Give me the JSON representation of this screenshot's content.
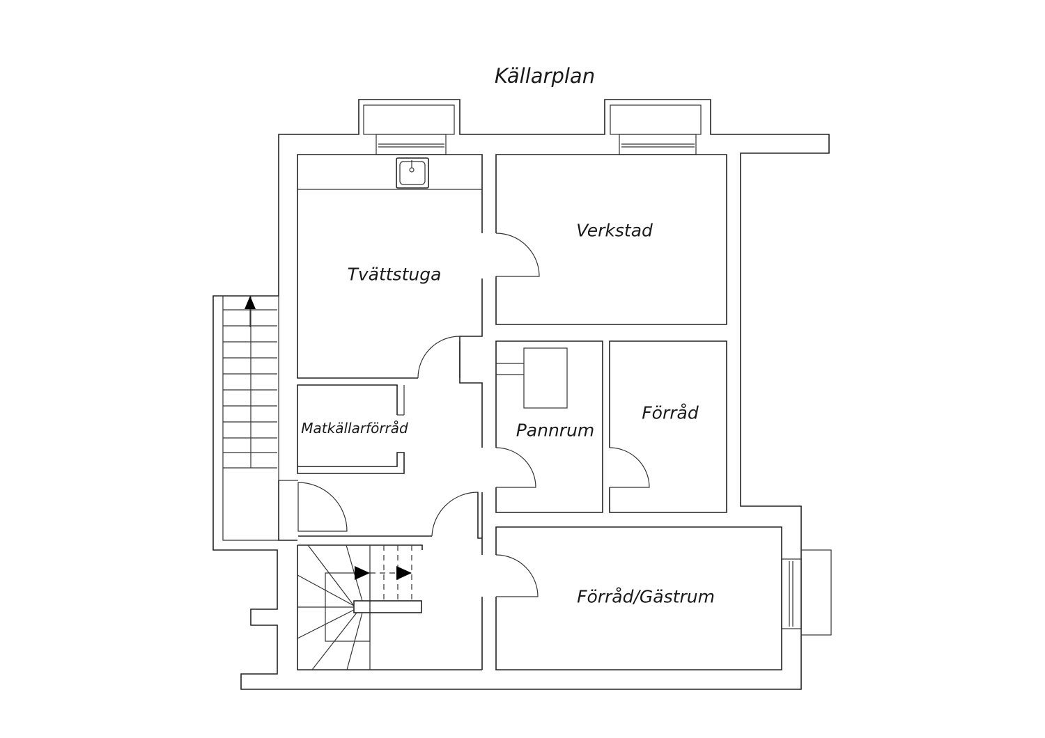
{
  "title": "Källarplan",
  "rooms": {
    "tvattstuga": "Tvättstuga",
    "verkstad": "Verkstad",
    "matkallarforrad": "Matkällarförråd",
    "pannrum": "Pannrum",
    "forrad": "Förråd",
    "forrad_gastrum": "Förråd/Gästrum"
  }
}
